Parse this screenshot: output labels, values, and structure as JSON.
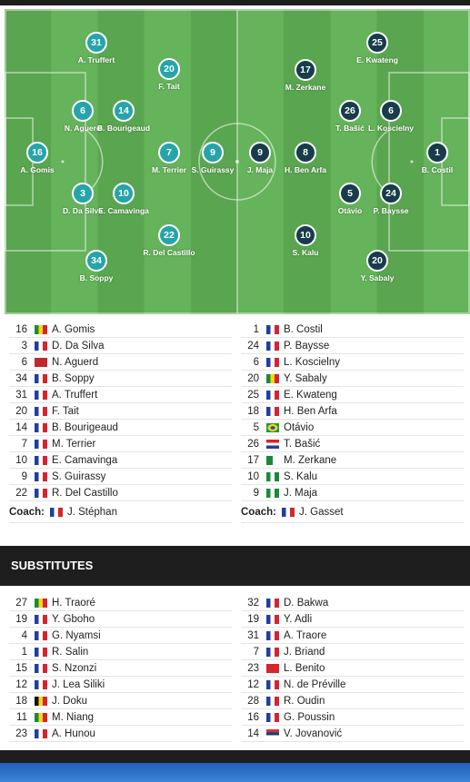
{
  "colors": {
    "home": "#26a4a9",
    "away": "#183c4a",
    "pitch": "#5aa54f"
  },
  "pitch": {
    "home": [
      {
        "num": "16",
        "name": "A. Gomis"
      },
      {
        "num": "3",
        "name": "D. Da Silva"
      },
      {
        "num": "6",
        "name": "N. Aguerd"
      },
      {
        "num": "34",
        "name": "B. Soppy"
      },
      {
        "num": "31",
        "name": "A. Truffert"
      },
      {
        "num": "20",
        "name": "F. Tait"
      },
      {
        "num": "14",
        "name": "B. Bourigeaud"
      },
      {
        "num": "7",
        "name": "M. Terrier"
      },
      {
        "num": "10",
        "name": "E. Camavinga"
      },
      {
        "num": "9",
        "name": "S. Guirassy"
      },
      {
        "num": "22",
        "name": "R. Del Castillo"
      }
    ],
    "away": [
      {
        "num": "1",
        "name": "B. Costil"
      },
      {
        "num": "24",
        "name": "P. Baysse"
      },
      {
        "num": "6",
        "name": "L. Koscielny"
      },
      {
        "num": "20",
        "name": "Y. Sabaly"
      },
      {
        "num": "25",
        "name": "E. Kwateng"
      },
      {
        "num": "8",
        "name": "H. Ben Arfa"
      },
      {
        "num": "5",
        "name": "Otávio"
      },
      {
        "num": "26",
        "name": "T. Bašić"
      },
      {
        "num": "17",
        "name": "M. Zerkane"
      },
      {
        "num": "10",
        "name": "S. Kalu"
      },
      {
        "num": "9",
        "name": "J. Maja"
      }
    ]
  },
  "lineup": {
    "home": [
      {
        "num": "16",
        "flag": "senegal",
        "name": "A. Gomis"
      },
      {
        "num": "3",
        "flag": "france",
        "name": "D. Da Silva"
      },
      {
        "num": "6",
        "flag": "morocco",
        "name": "N. Aguerd"
      },
      {
        "num": "34",
        "flag": "france",
        "name": "B. Soppy"
      },
      {
        "num": "31",
        "flag": "france",
        "name": "A. Truffert"
      },
      {
        "num": "20",
        "flag": "france",
        "name": "F. Tait"
      },
      {
        "num": "14",
        "flag": "france",
        "name": "B. Bourigeaud"
      },
      {
        "num": "7",
        "flag": "france",
        "name": "M. Terrier"
      },
      {
        "num": "10",
        "flag": "france",
        "name": "E. Camavinga"
      },
      {
        "num": "9",
        "flag": "france",
        "name": "S. Guirassy"
      },
      {
        "num": "22",
        "flag": "france",
        "name": "R. Del Castillo"
      }
    ],
    "away": [
      {
        "num": "1",
        "flag": "france",
        "name": "B. Costil"
      },
      {
        "num": "24",
        "flag": "france",
        "name": "P. Baysse"
      },
      {
        "num": "6",
        "flag": "france",
        "name": "L. Koscielny"
      },
      {
        "num": "20",
        "flag": "senegal",
        "name": "Y. Sabaly"
      },
      {
        "num": "25",
        "flag": "france",
        "name": "E. Kwateng"
      },
      {
        "num": "18",
        "flag": "france",
        "name": "H. Ben Arfa"
      },
      {
        "num": "5",
        "flag": "brazil",
        "name": "Otávio"
      },
      {
        "num": "26",
        "flag": "croatia",
        "name": "T. Bašić"
      },
      {
        "num": "17",
        "flag": "algeria",
        "name": "M. Zerkane"
      },
      {
        "num": "10",
        "flag": "nigeria",
        "name": "S. Kalu"
      },
      {
        "num": "9",
        "flag": "nigeria",
        "name": "J. Maja"
      }
    ],
    "home_coach": {
      "label": "Coach:",
      "flag": "france",
      "name": "J. Stéphan"
    },
    "away_coach": {
      "label": "Coach:",
      "flag": "france",
      "name": "J. Gasset"
    }
  },
  "substitutes": {
    "title": "SUBSTITUTES",
    "home": [
      {
        "num": "27",
        "flag": "mali",
        "name": "H. Traoré"
      },
      {
        "num": "19",
        "flag": "france",
        "name": "Y. Gboho"
      },
      {
        "num": "4",
        "flag": "france",
        "name": "G. Nyamsi"
      },
      {
        "num": "1",
        "flag": "france",
        "name": "R. Salin"
      },
      {
        "num": "15",
        "flag": "france",
        "name": "S. Nzonzi"
      },
      {
        "num": "12",
        "flag": "france",
        "name": "J. Lea Siliki"
      },
      {
        "num": "18",
        "flag": "belgium",
        "name": "J. Doku"
      },
      {
        "num": "11",
        "flag": "senegal",
        "name": "M. Niang"
      },
      {
        "num": "23",
        "flag": "france",
        "name": "A. Hunou"
      }
    ],
    "away": [
      {
        "num": "32",
        "flag": "france",
        "name": "D. Bakwa"
      },
      {
        "num": "19",
        "flag": "france",
        "name": "Y. Adli"
      },
      {
        "num": "31",
        "flag": "france",
        "name": "A. Traore"
      },
      {
        "num": "7",
        "flag": "france",
        "name": "J. Briand"
      },
      {
        "num": "23",
        "flag": "switzerland",
        "name": "L. Benito"
      },
      {
        "num": "12",
        "flag": "france",
        "name": "N. de Préville"
      },
      {
        "num": "28",
        "flag": "france",
        "name": "R. Oudin"
      },
      {
        "num": "16",
        "flag": "france",
        "name": "G. Poussin"
      },
      {
        "num": "14",
        "flag": "serbia",
        "name": "V. Jovanović"
      }
    ]
  }
}
